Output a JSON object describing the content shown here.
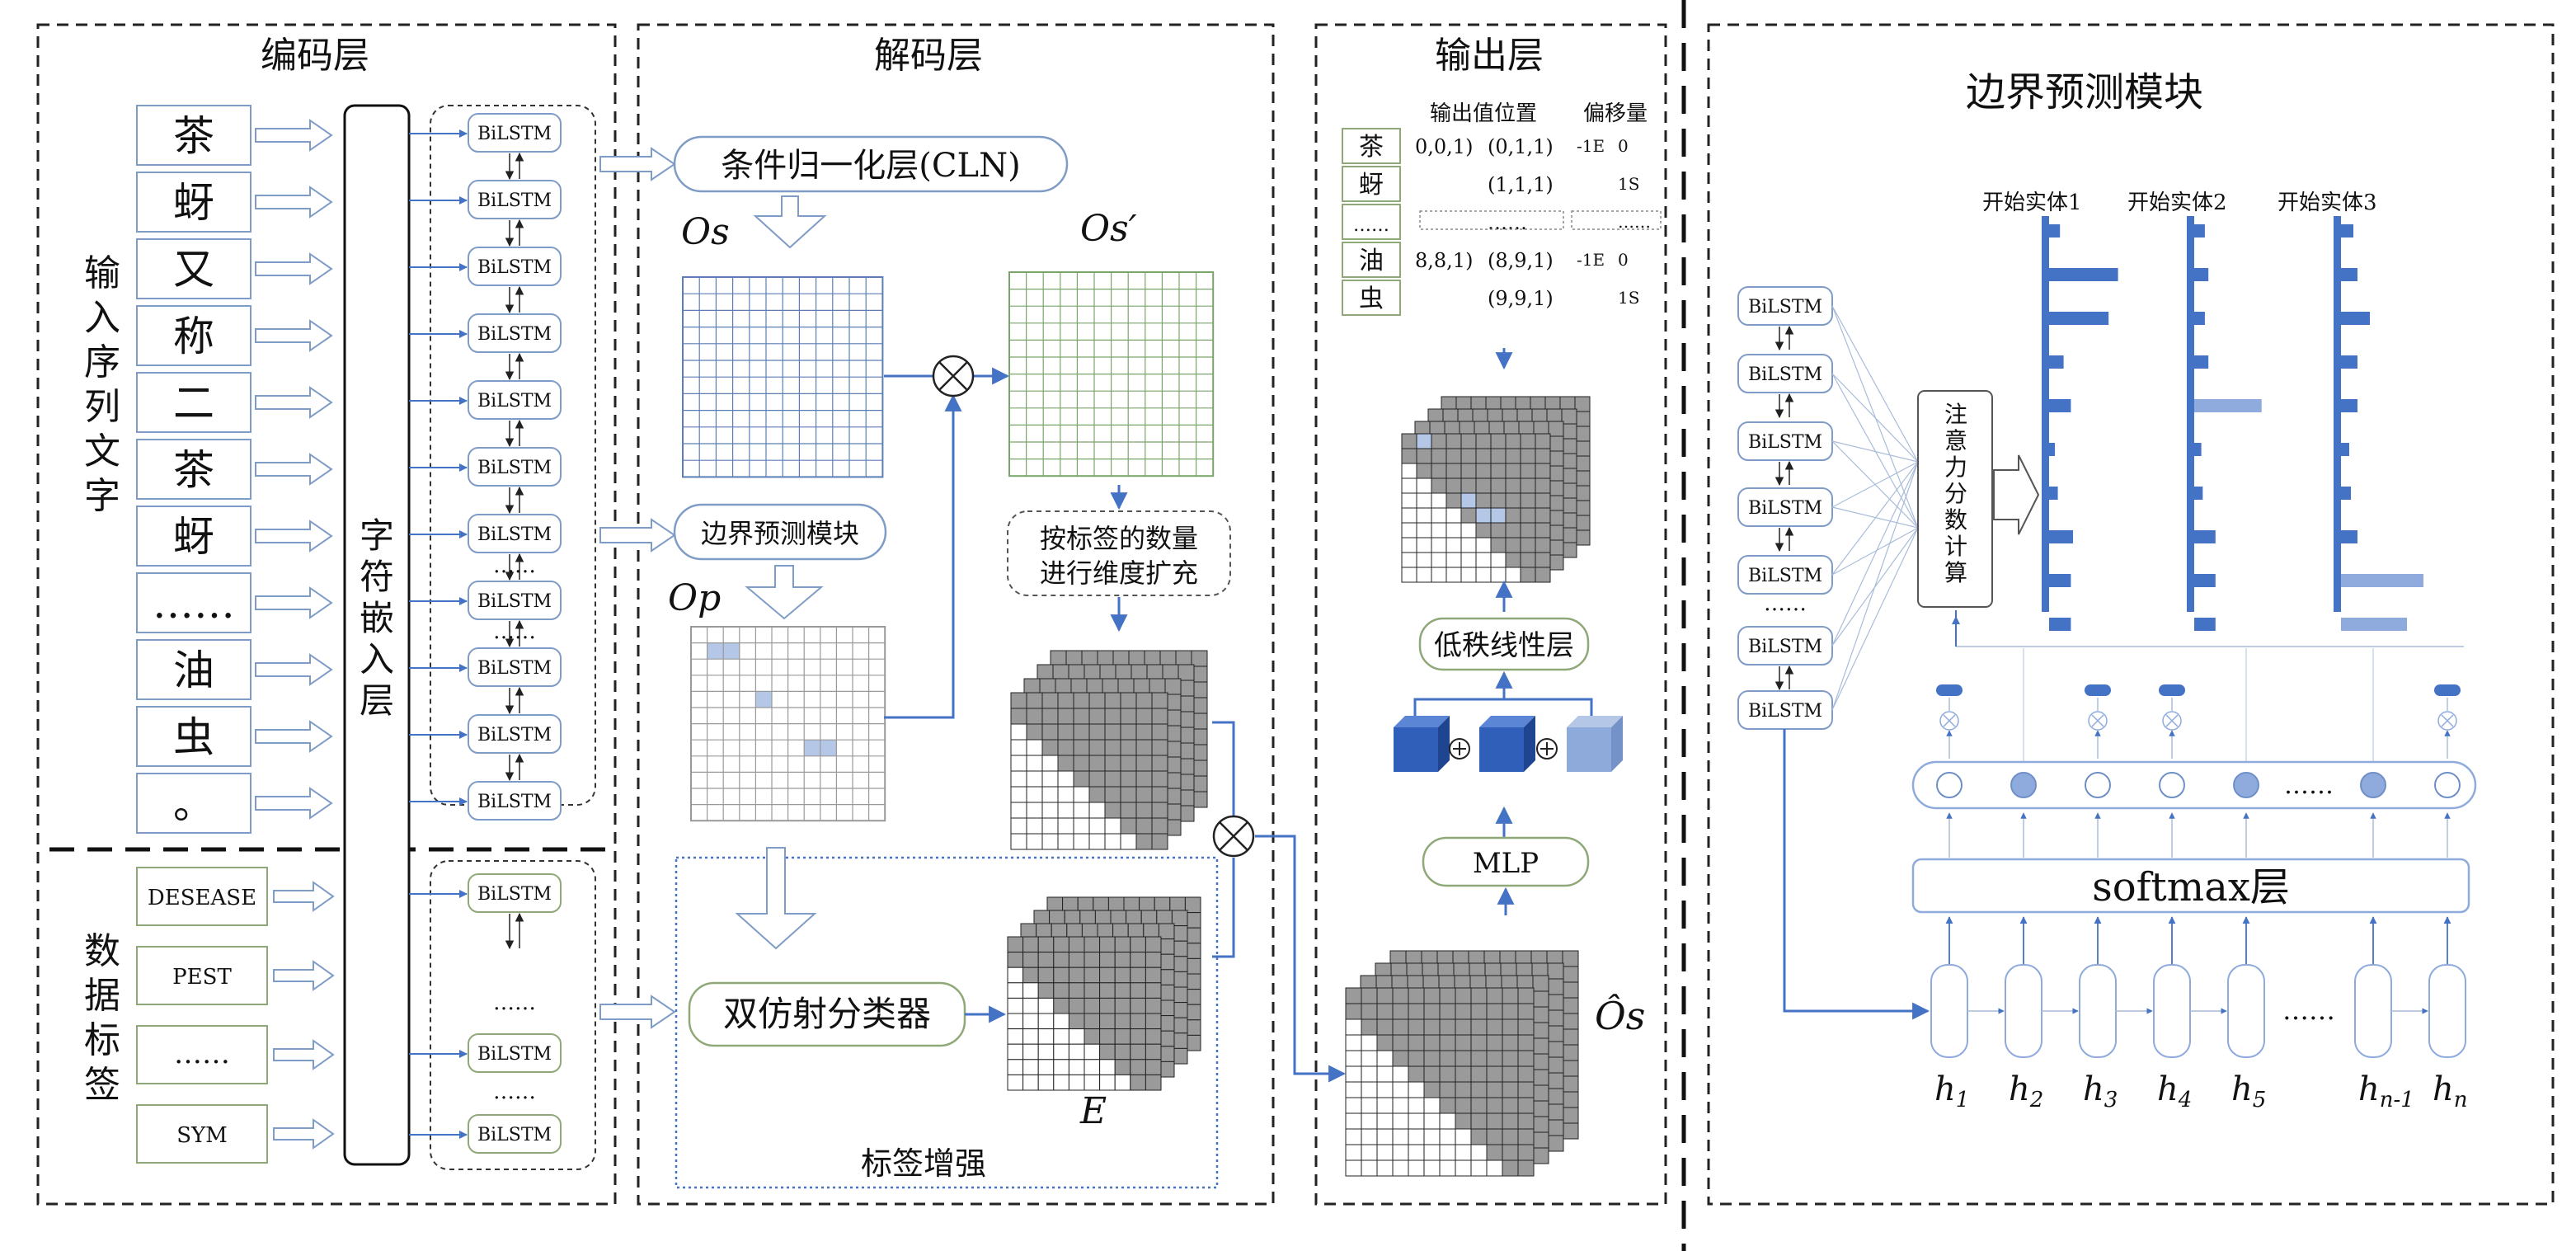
{
  "colors": {
    "blue": "#4472c4",
    "grid_blue": "#5b7fb5",
    "grid_green": "#7aa56a",
    "gray_cell": "#999999",
    "bar_blue": "#4472c4",
    "bar_light": "#8faadc",
    "box_green": "#8fa878",
    "box_blue": "#7f9cc7"
  },
  "encoder": {
    "title": "编码层",
    "input_label": "输入序列文字",
    "chars": [
      "茶",
      "蚜",
      "又",
      "称",
      "二",
      "茶",
      "蚜",
      "……",
      "油",
      "虫",
      "。"
    ],
    "embed_label": "字符嵌入层",
    "bilstm": "BiLSTM",
    "dots": "……",
    "data_label": "数据标签",
    "tags": [
      "DESEASE",
      "PEST",
      "……",
      "SYM"
    ]
  },
  "decoder": {
    "title": "解码层",
    "cln": "条件归一化层(CLN)",
    "os": "Os",
    "os_prime": "Os′",
    "boundary": "边界预测模块",
    "op": "Op",
    "expand_line1": "按标签的数量",
    "expand_line2": "进行维度扩充",
    "biaffine": "双仿射分类器",
    "e": "E",
    "tag_enhance": "标签增强"
  },
  "output": {
    "title": "输出层",
    "col_value": "输出值位置",
    "col_offset": "偏移量",
    "rows": [
      {
        "char": "茶",
        "a": "0,0,1)",
        "b": "(0,1,1)",
        "c": "-1E",
        "d": "0"
      },
      {
        "char": "蚜",
        "a": "",
        "b": "(1,1,1)",
        "c": "",
        "d": "1S"
      },
      {
        "char": "……",
        "a": "",
        "b": "……",
        "c": "",
        "d": "……"
      },
      {
        "char": "油",
        "a": "8,8,1)",
        "b": "(8,9,1)",
        "c": "-1E",
        "d": "0"
      },
      {
        "char": "虫",
        "a": "",
        "b": "(9,9,1)",
        "c": "",
        "d": "1S"
      }
    ],
    "low_rank": "低秩线性层",
    "mlp": "MLP",
    "os_hat": "Ôs"
  },
  "boundary_module": {
    "title": "边界预测模块",
    "entity_labels": [
      "开始实体1",
      "开始实体2",
      "开始实体3"
    ],
    "attention": "注意力分数计算",
    "softmax": "softmax层",
    "bilstm": "BiLSTM",
    "dots": "……",
    "h_labels": [
      "h1",
      "h2",
      "h3",
      "h4",
      "h5",
      "hn-1",
      "hn"
    ],
    "bar_values": [
      [
        0.15,
        0.95,
        0.82,
        0.2,
        0.3,
        0.08,
        0.12,
        0.33,
        0.3,
        0.3
      ],
      [
        0.15,
        0.2,
        0.15,
        0.2,
        0.95,
        0.1,
        0.12,
        0.3,
        0.3,
        0.3
      ],
      [
        0.15,
        0.2,
        0.35,
        0.2,
        0.2,
        0.1,
        0.12,
        0.2,
        1.0,
        0.8
      ]
    ]
  }
}
